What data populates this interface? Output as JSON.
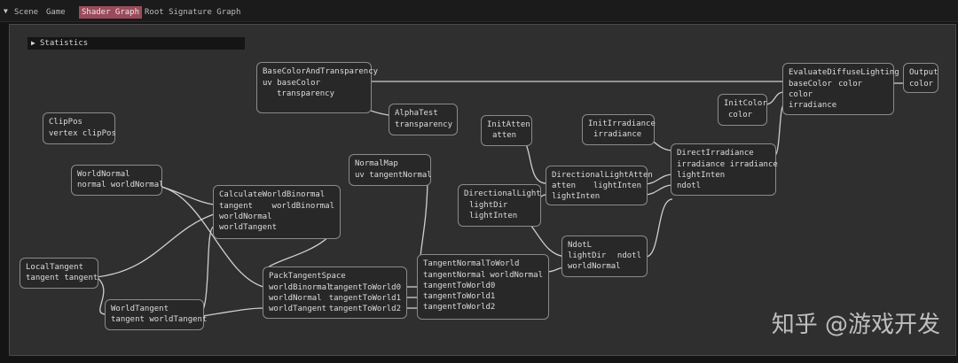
{
  "tabs": [
    {
      "label": "Scene"
    },
    {
      "label": "Game"
    },
    {
      "label": "Shader Graph",
      "active": true
    },
    {
      "label": "Root Signature Graph"
    }
  ],
  "statistics_label": "Statistics",
  "nodes": {
    "clippos": {
      "title": "ClipPos",
      "rows": [
        "vertex clipPos"
      ]
    },
    "basecolor": {
      "title": "BaseColorAndTransparency",
      "rows": [
        "uv baseColor",
        "transparency"
      ]
    },
    "alphatest": {
      "title": "AlphaTest",
      "rows": [
        "transparency"
      ]
    },
    "initatten": {
      "title": "InitAtten",
      "rows": [
        "atten"
      ]
    },
    "initirr": {
      "title": "InitIrradiance",
      "rows": [
        "irradiance"
      ]
    },
    "initcolor": {
      "title": "InitColor",
      "rows": [
        "color"
      ]
    },
    "evaldiffuse": {
      "title": "EvaluateDiffuseLighting",
      "rows": [
        "baseColor",
        "color",
        "color",
        "irradiance"
      ]
    },
    "output": {
      "title": "Output",
      "rows": [
        "color"
      ]
    },
    "directirr": {
      "title": "DirectIrradiance",
      "rows": [
        "irradiance irradiance",
        "lightInten",
        "ndotl"
      ]
    },
    "dirlightatten": {
      "title": "DirectionalLightAtten",
      "rows": [
        "atten",
        "lightInten",
        "lightInten"
      ]
    },
    "dirlight": {
      "title": "DirectionalLight",
      "rows": [
        "lightDir",
        "lightInten"
      ]
    },
    "normalmap": {
      "title": "NormalMap",
      "rows": [
        "uv tangentNormal"
      ]
    },
    "worldnormal": {
      "title": "WorldNormal",
      "rows": [
        "normal worldNormal"
      ]
    },
    "calcwb": {
      "title": "CalculateWorldBinormal",
      "rows": [
        "tangent",
        "worldBinormal",
        "worldNormal",
        "worldTangent"
      ]
    },
    "localtangent": {
      "title": "LocalTangent",
      "rows": [
        "tangent tangent"
      ]
    },
    "worldtangent": {
      "title": "WorldTangent",
      "rows": [
        "tangent worldTangent"
      ]
    },
    "pack": {
      "title": "PackTangentSpace",
      "rows": [
        "worldBinormal",
        "tangentToWorld0",
        "worldNormal",
        "tangentToWorld1",
        "worldTangent",
        "tangentToWorld2"
      ]
    },
    "tn2w": {
      "title": "TangentNormalToWorld",
      "rows": [
        "tangentNormal",
        "worldNormal",
        "tangentToWorld0",
        "tangentToWorld1",
        "tangentToWorld2"
      ]
    },
    "ndotl": {
      "title": "NdotL",
      "rows": [
        "lightDir",
        "ndotl",
        "worldNormal"
      ]
    }
  },
  "watermark": "知乎 @游戏开发"
}
